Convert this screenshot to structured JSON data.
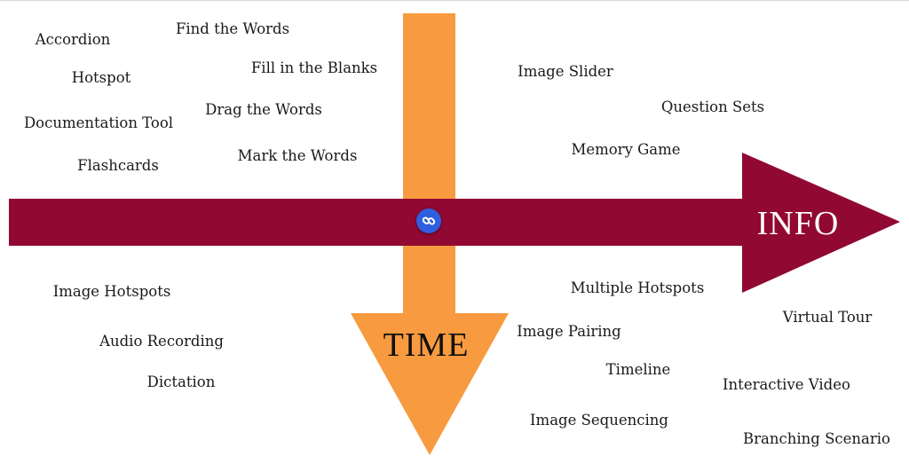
{
  "axes": {
    "info_label": "INFO",
    "time_label": "TIME"
  },
  "colors": {
    "info_arrow": "#910833",
    "time_arrow": "#f89a3f",
    "link_badge": "#2f5fe0"
  },
  "icons": {
    "center": "link-icon"
  },
  "content_types": [
    "Accordion",
    "Find the Words",
    "Hotspot",
    "Fill in the Blanks",
    "Documentation Tool",
    "Drag the Words",
    "Flashcards",
    "Mark the Words",
    "Image Slider",
    "Question Sets",
    "Memory Game",
    "Image Hotspots",
    "Audio Recording",
    "Dictation",
    "Multiple Hotspots",
    "Virtual Tour",
    "Image Pairing",
    "Timeline",
    "Interactive Video",
    "Image Sequencing",
    "Branching Scenario"
  ]
}
